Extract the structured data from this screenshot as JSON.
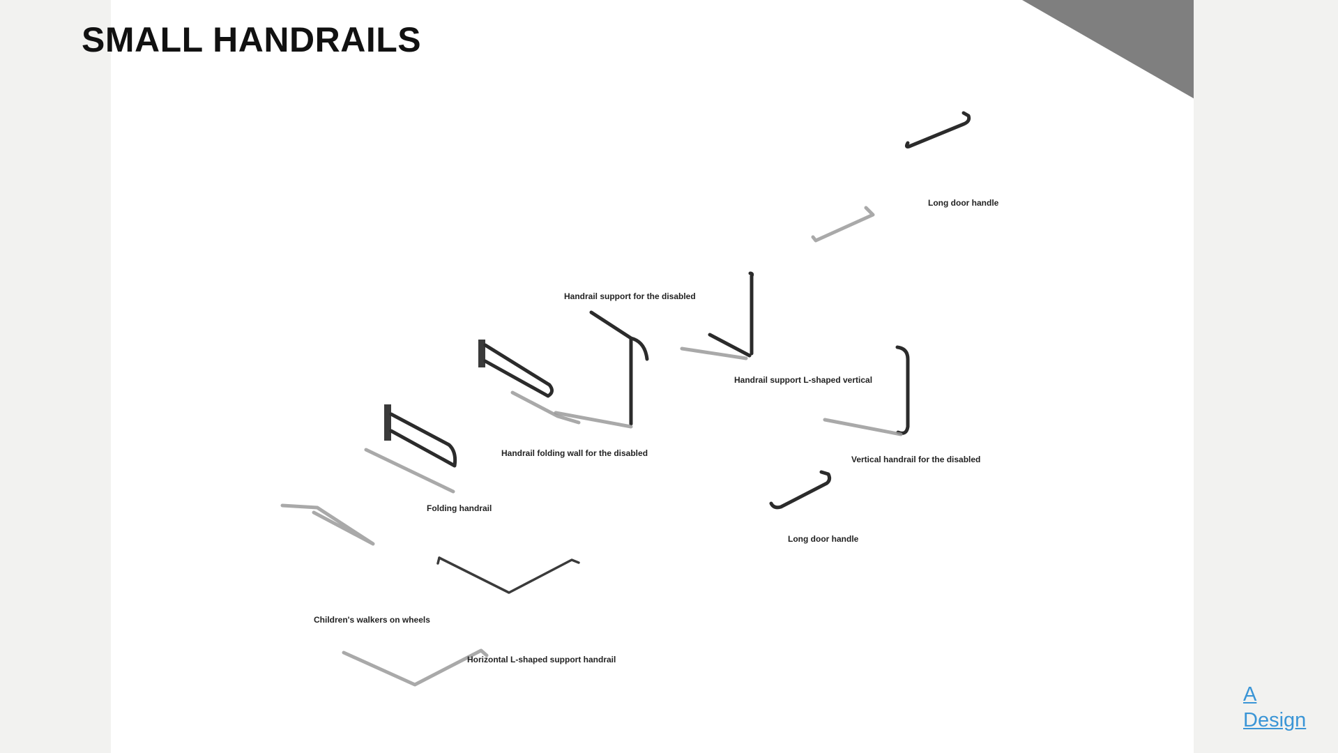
{
  "page": {
    "title": "SMALL HANDRAILS"
  },
  "labels": {
    "long_door_handle_top": "Long door handle",
    "handrail_support_disabled": "Handrail support for the disabled",
    "handrail_support_l_vertical": "Handrail support L-shaped vertical",
    "handrail_folding_wall": "Handrail folding wall for the disabled",
    "vertical_handrail_disabled": "Vertical handrail for the disabled",
    "folding_handrail": "Folding handrail",
    "long_door_handle_bottom": "Long door handle",
    "childrens_walkers": "Children's walkers on wheels",
    "horizontal_l_support": "Horizontal L-shaped support handrail"
  },
  "logo": {
    "line1": "A",
    "line2": "Design"
  },
  "colors": {
    "page_bg": "#f2f2f0",
    "sheet_bg": "#ffffff",
    "corner_triangle": "#7f7f7f",
    "logo_link": "#3a95d6"
  }
}
